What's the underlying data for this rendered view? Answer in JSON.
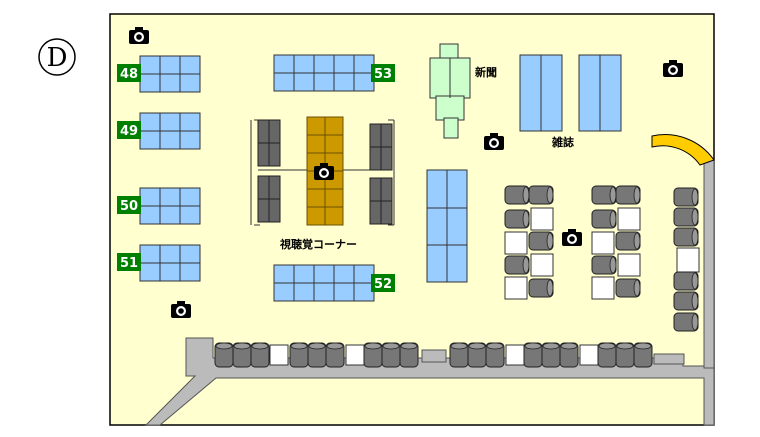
{
  "section_letter": "D",
  "area_labels": {
    "newspapers": "新聞",
    "magazines": "雑誌",
    "av_corner": "視聴覚コーナー"
  },
  "shelf_numbers": [
    "48",
    "49",
    "50",
    "51",
    "52",
    "53"
  ],
  "colors": {
    "floor": "#FFFFD0",
    "shelf": "#99CCFF",
    "newspaper_rack": "#CCFFCC",
    "av_table": "#CC9900",
    "av_booth": "#666666",
    "wall": "#BBBBBB",
    "number_tag": "#008000",
    "curved_bar": "#FFCC00",
    "seat": "#777777"
  },
  "icons": [
    "camera-icon"
  ]
}
